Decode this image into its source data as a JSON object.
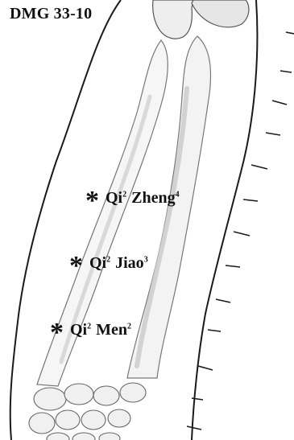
{
  "figure_id": "DMG 33-10",
  "points": [
    {
      "pinyin_1": "Qi",
      "tone_1": "2",
      "pinyin_2": "Zheng",
      "tone_2": "4"
    },
    {
      "pinyin_1": "Qi",
      "tone_1": "2",
      "pinyin_2": "Jiao",
      "tone_2": "3"
    },
    {
      "pinyin_1": "Qi",
      "tone_1": "2",
      "pinyin_2": "Men",
      "tone_2": "2"
    }
  ],
  "colors": {
    "outline": "#1a1a1a",
    "bone_fill": "#f3f3f3",
    "bone_shade": "#c9c9c9",
    "text": "#111111"
  }
}
